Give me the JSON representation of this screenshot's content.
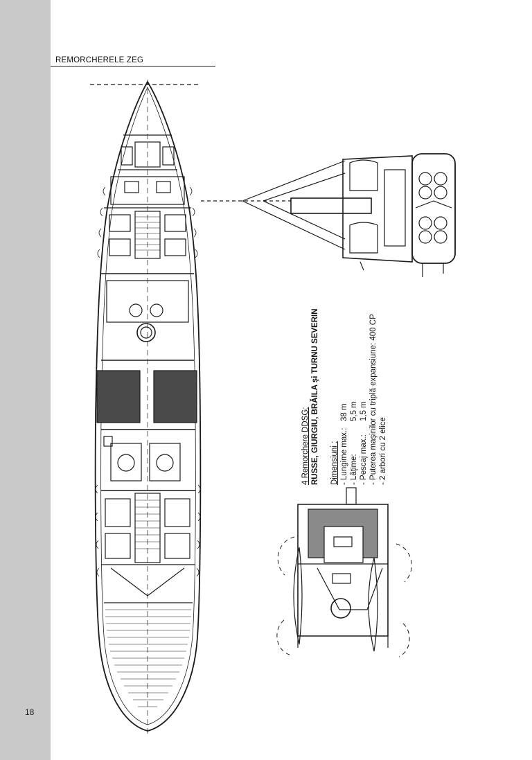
{
  "header": {
    "title": "REMORCHERELE ZEG"
  },
  "page": {
    "number": "18"
  },
  "caption": {
    "subtitle": "4 Remorchere DDSG:",
    "names": "RUSSE, GIURGIU, BRĂILA şi TURNU SEVERIN",
    "dimensions_heading": "Dimensiuni :",
    "specs": [
      {
        "label": "- Lungime max.:",
        "value": "38 m"
      },
      {
        "label": "- Lăţime:",
        "value": "5,5 m"
      },
      {
        "label": "- Pescaj max.:",
        "value": "1,5 m"
      }
    ],
    "engine": "- Puterea maşinilor cu triplă expansiune: 400 CP",
    "shafts": "- 2 arbori cu 2 elice"
  },
  "colors": {
    "margin": "#c9c9c9",
    "ink": "#1a1a1a"
  }
}
